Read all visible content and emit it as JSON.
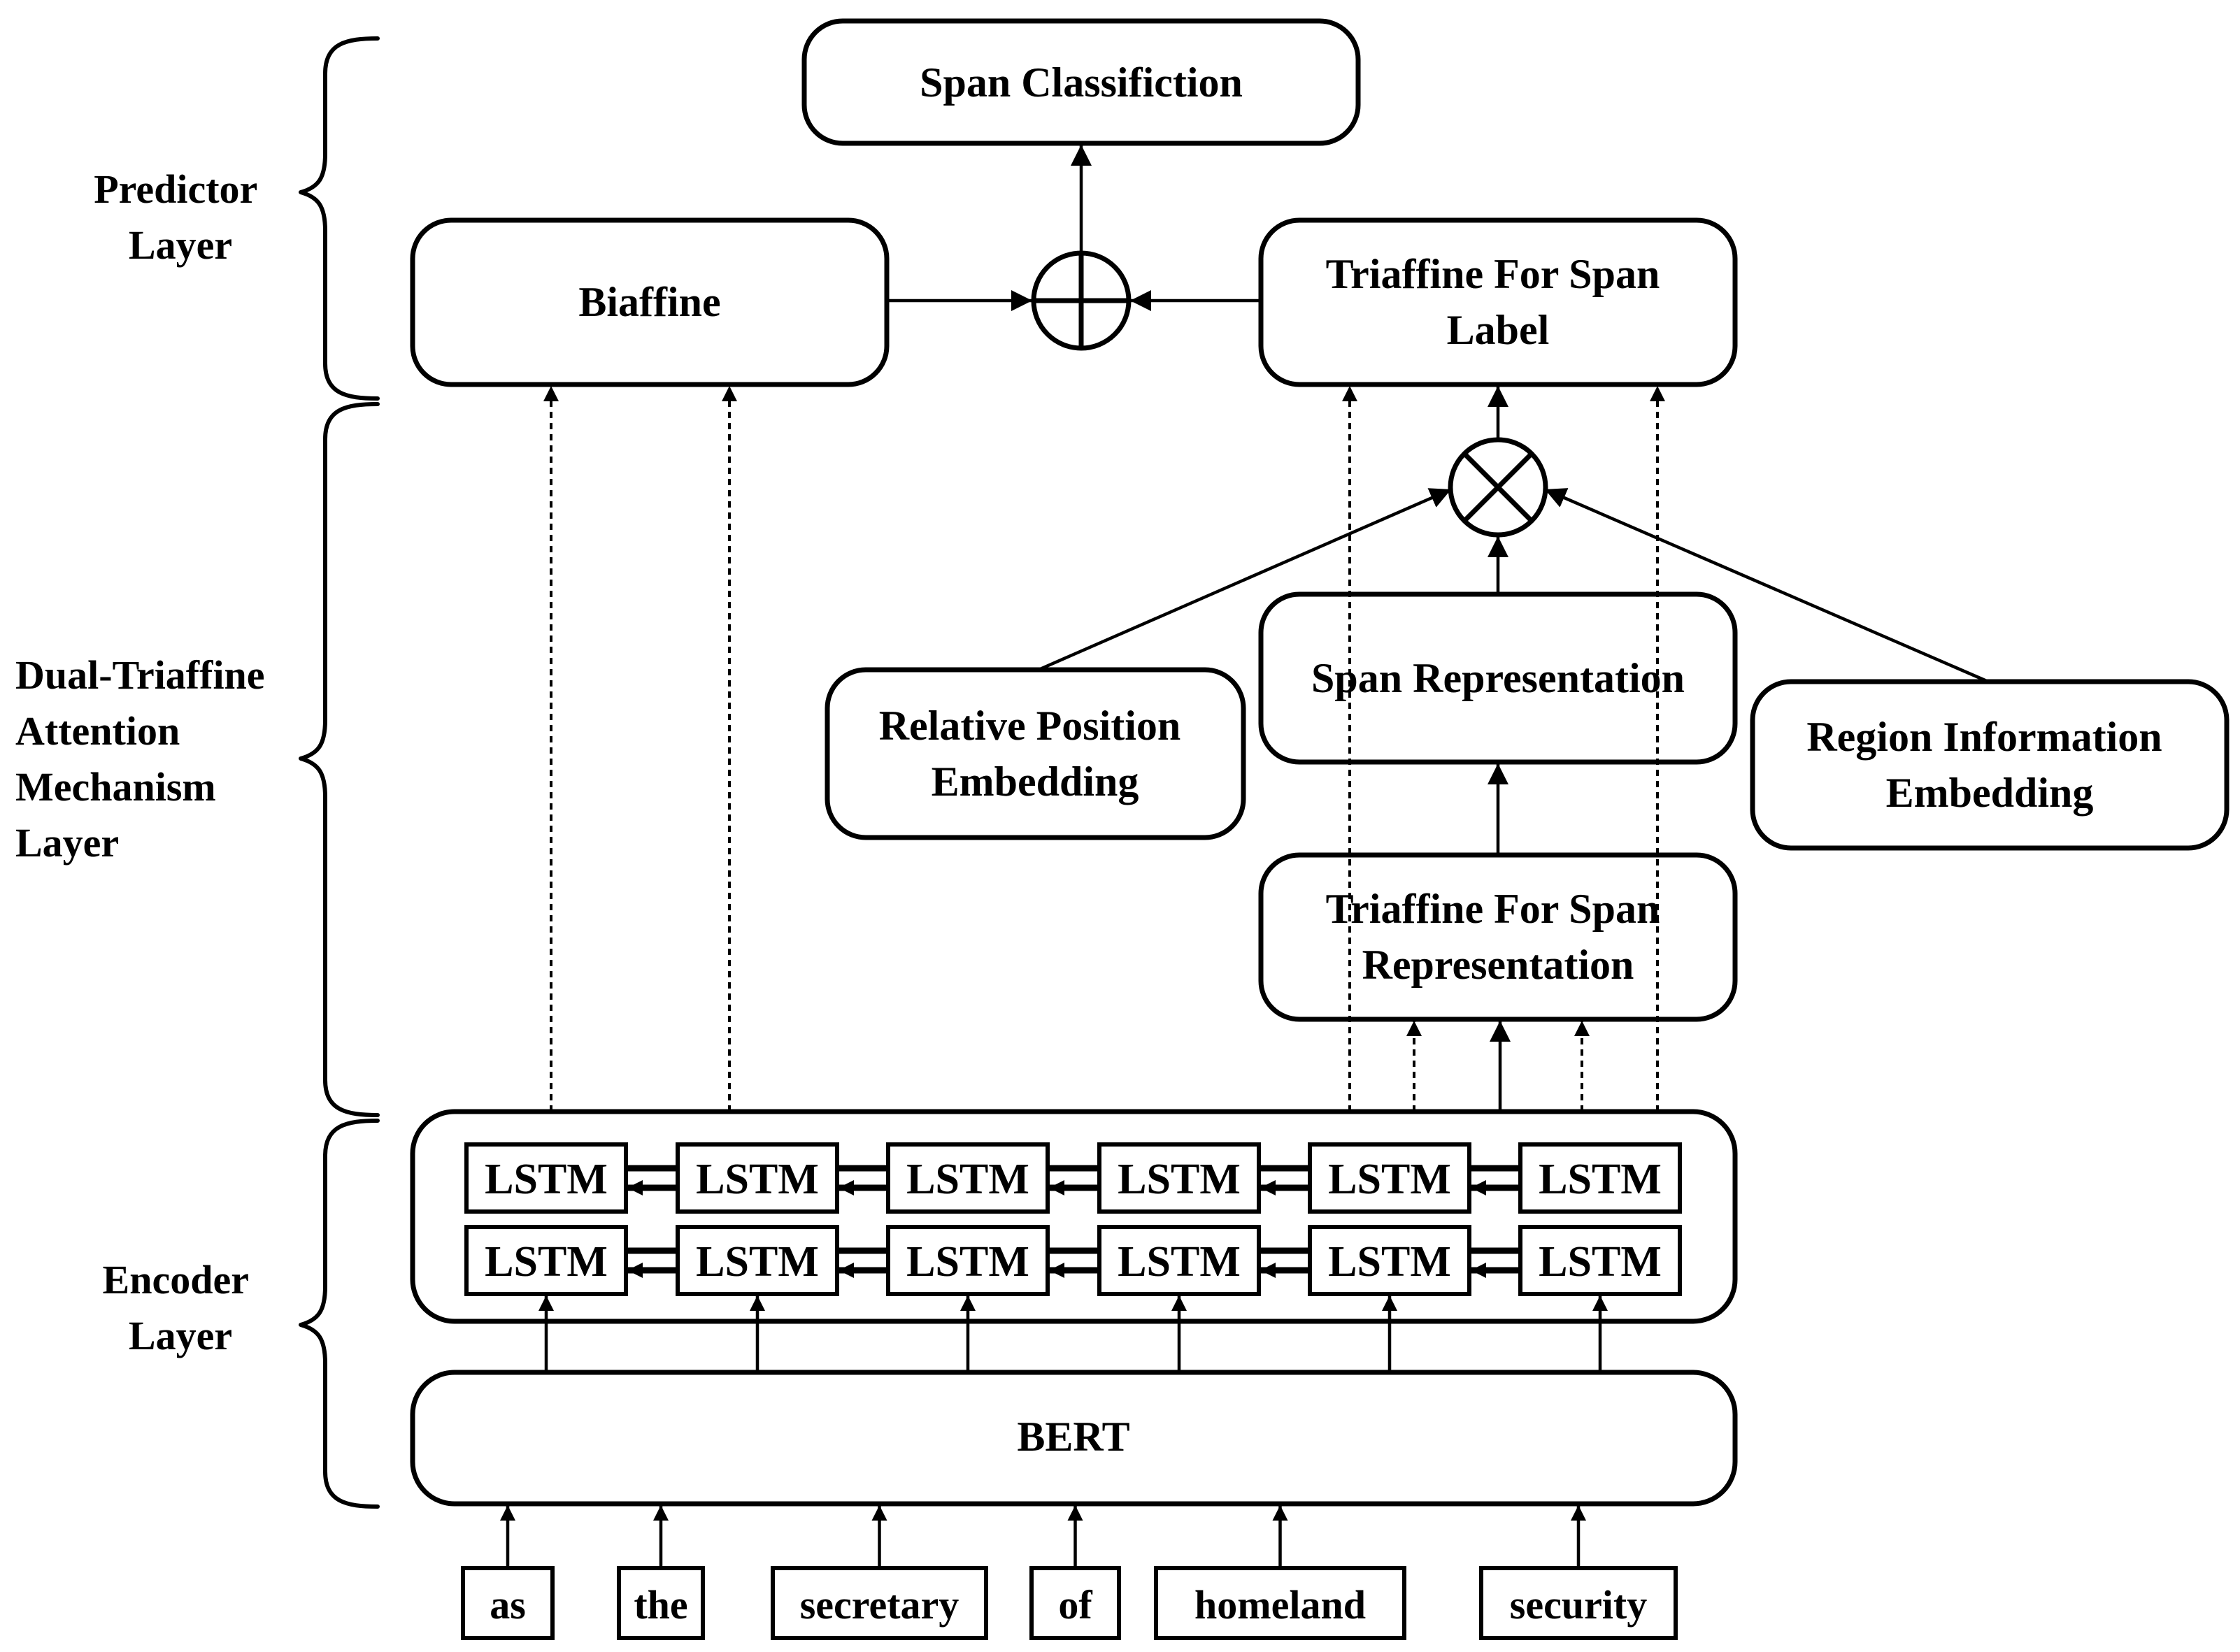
{
  "layers": {
    "predictor": [
      "Predictor",
      "Layer"
    ],
    "attention": [
      "Dual-Triaffine",
      "Attention",
      "Mechanism",
      "Layer"
    ],
    "encoder": [
      "Encoder",
      "Layer"
    ]
  },
  "boxes": {
    "span_classification": [
      "Span Classifiction"
    ],
    "biaffine": [
      "Biaffine"
    ],
    "triaffine_label": [
      "Triaffine For Span",
      "Label"
    ],
    "span_representation": [
      "Span Representation"
    ],
    "relative_position": [
      "Relative Position",
      "Embedding"
    ],
    "region_information": [
      "Region Information",
      "Embedding"
    ],
    "triaffine_representation": [
      "Triaffine For Span",
      "Representation"
    ],
    "bert": [
      "BERT"
    ]
  },
  "lstm_label": "LSTM",
  "words": [
    "as",
    "the",
    "secretary",
    "of",
    "homeland",
    "security"
  ]
}
